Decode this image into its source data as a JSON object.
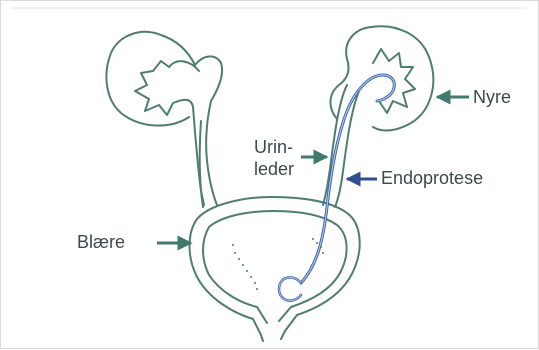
{
  "labels": {
    "urinleder_line1": "Urin-",
    "urinleder_line2": "leder",
    "nyre": "Nyre",
    "endoprotese": "Endoprotese",
    "blaere": "Blære"
  },
  "colors": {
    "organ_outline": "#4f7d72",
    "arrow_green": "#3f7a6c",
    "stent_blue": "#3a5fa8",
    "stent_light": "#a9c3e8",
    "text": "#3c4a4a"
  }
}
